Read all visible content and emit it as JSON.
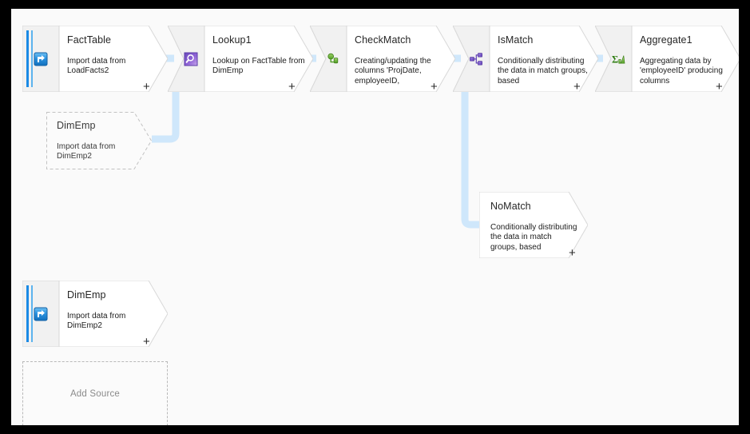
{
  "canvas": {
    "background": "#fafafa",
    "frame_color": "#000000",
    "connector_color": "#cfe7fb",
    "accent_source": "#1a8ae5"
  },
  "add_source": {
    "label": "Add Source",
    "name": "add-source-placeholder"
  },
  "nodes": [
    {
      "id": "factTable",
      "title": "FactTable",
      "desc": "Import data from LoadFacts2",
      "plus": "+",
      "icon": "source-import-icon",
      "kind": "source"
    },
    {
      "id": "lookup1",
      "title": "Lookup1",
      "desc": "Lookup on FactTable from DimEmp",
      "plus": "+",
      "icon": "lookup-magnifier-icon",
      "kind": "transform"
    },
    {
      "id": "checkMatch",
      "title": "CheckMatch",
      "desc": "Creating/updating the columns 'ProjDate, employeeID,",
      "plus": "+",
      "icon": "derived-column-icon",
      "kind": "transform"
    },
    {
      "id": "isMatch",
      "title": "IsMatch",
      "desc": "Conditionally distributing the data in match groups, based",
      "plus": "+",
      "icon": "conditional-split-icon",
      "kind": "transform"
    },
    {
      "id": "aggregate1",
      "title": "Aggregate1",
      "desc": "Aggregating data by 'employeeID' producing columns",
      "plus": "+",
      "icon": "aggregate-sigma-icon",
      "kind": "transform"
    },
    {
      "id": "noMatch",
      "title": "NoMatch",
      "desc": "Conditionally distributing the data in match groups, based",
      "plus": "+",
      "icon": "none",
      "kind": "stream"
    },
    {
      "id": "dimEmpGhost",
      "title": "DimEmp",
      "desc": "Import data from DimEmp2",
      "plus": "",
      "icon": "none",
      "kind": "ghost"
    },
    {
      "id": "dimEmpSource",
      "title": "DimEmp",
      "desc": "Import data from DimEmp2",
      "plus": "+",
      "icon": "source-import-icon",
      "kind": "source"
    }
  ]
}
